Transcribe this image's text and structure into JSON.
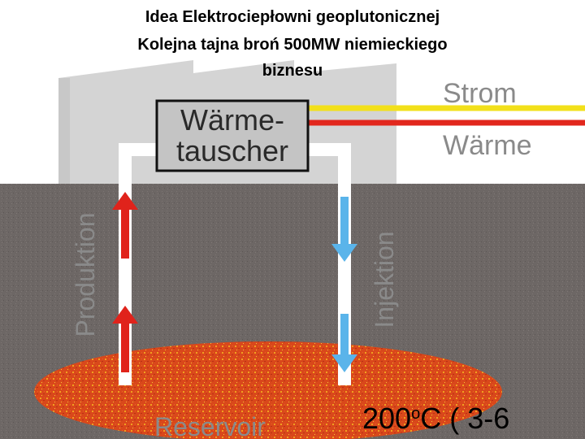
{
  "title": {
    "line1": "Idea Elektrociepłowni geoplutonicznej",
    "line2": "Kolejna tajna broń 500MW  niemieckiego",
    "line3": "biznesu"
  },
  "diagram": {
    "heat_exchanger_line1": "Wärme-",
    "heat_exchanger_line2": "tauscher",
    "output_power": "Strom",
    "output_heat": "Wärme",
    "production_label": "Produktion",
    "injection_label": "Injektion",
    "reservoir_label": "Reservoir"
  },
  "footer": {
    "temperature_value": "200",
    "temperature_unit_sup": "o",
    "temperature_rest": "C ( 3-6"
  },
  "colors": {
    "building": "#d4d4d4",
    "ground": "#6f6866",
    "reservoir": "#d6461a",
    "production_arrow": "#e0231b",
    "injection_arrow": "#5ab4ea",
    "power_line": "#f2e01a",
    "heat_line": "#e2271d",
    "label_gray": "#8a8a8a"
  }
}
